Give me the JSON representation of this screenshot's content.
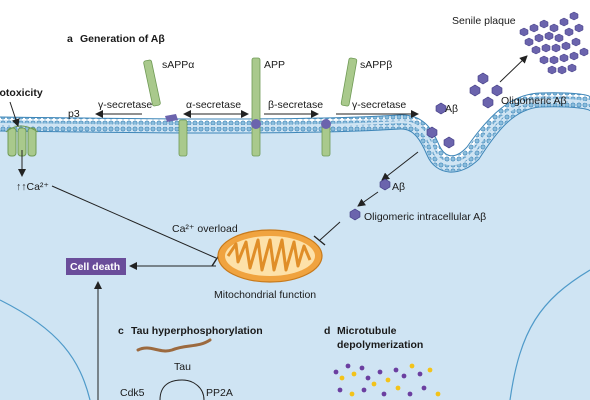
{
  "panel_a": {
    "letter": "a",
    "title": "Generation of Aβ"
  },
  "labels": {
    "toxicity": "totoxicity",
    "p3": "p3",
    "gamma_left": "γ-secretase",
    "alpha": "α-secretase",
    "beta": "β-secretase",
    "gamma_right": "γ-secretase",
    "sappa": "sAPPα",
    "app": "APP",
    "sappb": "sAPPβ",
    "ab_out": "Aβ",
    "oligo_out": "Oligomeric Aβ",
    "senile": "Senile plaque",
    "ab_in": "Aβ",
    "oligo_in": "Oligomeric intracellular Aβ",
    "ca": "↑↑Ca²⁺",
    "ca_overload": "Ca²⁺ overload",
    "cell_death": "Cell death",
    "mito": "Mitochondrial function",
    "panel_c_letter": "c",
    "panel_c_title": "Tau hyperphosphorylation",
    "tau": "Tau",
    "cdk5": "Cdk5",
    "pp2a": "PP2A",
    "panel_d_letter": "d",
    "panel_d_title_1": "Microtubule",
    "panel_d_title_2": "depolymerization"
  },
  "colors": {
    "cell_fill": "#cfe4f3",
    "membrane": "#4f9ac9",
    "channel_green": "#a9c98c",
    "protein_purple": "#6b64ad",
    "cell_death_box": "#6a4d9a",
    "mito_orange": "#f0a33f",
    "tau_brown": "#9c6a3f"
  }
}
